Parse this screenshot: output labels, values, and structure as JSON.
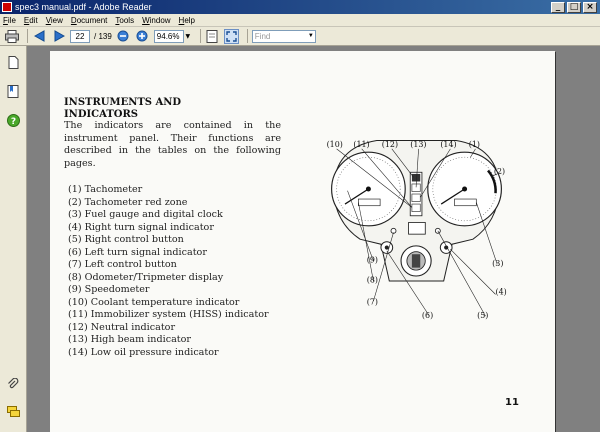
{
  "window": {
    "title": "spec3 manual.pdf - Adobe Reader",
    "controls": {
      "minimize": "_",
      "maximize": "□",
      "close": "×"
    }
  },
  "menu": [
    {
      "underline": "F",
      "rest": "ile"
    },
    {
      "underline": "E",
      "rest": "dit"
    },
    {
      "underline": "V",
      "rest": "iew"
    },
    {
      "underline": "D",
      "rest": "ocument"
    },
    {
      "underline": "T",
      "rest": "ools"
    },
    {
      "underline": "W",
      "rest": "indow"
    },
    {
      "underline": "H",
      "rest": "elp"
    }
  ],
  "toolbar": {
    "current_page": "22",
    "page_total": "/ 139",
    "zoom": "94.6%",
    "find_placeholder": "Find"
  },
  "icons": {
    "print": "print-icon",
    "prev": "prev-page-icon",
    "next": "next-page-icon",
    "zoom_out": "zoom-out-icon",
    "zoom_in": "zoom-in-icon",
    "fit_page": "fit-page-icon",
    "full_screen": "full-screen-icon",
    "pages": "pages-panel-icon",
    "bookmarks": "bookmarks-panel-icon",
    "help": "help-icon",
    "attachments": "attachments-icon",
    "comments": "comments-icon"
  },
  "document": {
    "heading_line1": "INSTRUMENTS AND",
    "heading_line2": "INDICATORS",
    "intro": "The indicators are contained in the instrument panel. Their functions are described in the tables on the following pages.",
    "items": [
      "(1) Tachometer",
      "(2) Tachometer red zone",
      "(3) Fuel gauge and digital clock",
      "(4) Right turn signal indicator",
      "(5) Right control button",
      "(6) Left turn signal indicator",
      "(7) Left control button",
      "(8) Odometer/Tripmeter display",
      "(9) Speedometer",
      "(10) Coolant temperature indicator",
      "(11) Immobilizer system (HISS) indicator",
      "(12) Neutral indicator",
      "(13) High beam indicator",
      "(14) Low oil pressure indicator"
    ],
    "callouts": {
      "c1": "(1)",
      "c2": "(2)",
      "c3": "(3)",
      "c4": "(4)",
      "c5": "(5)",
      "c6": "(6)",
      "c7": "(7)",
      "c8": "(8)",
      "c9": "(9)",
      "c10": "(10)",
      "c11": "(11)",
      "c12": "(12)",
      "c13": "(13)",
      "c14": "(14)"
    },
    "page_number": "11"
  },
  "colors": {
    "titlebar": "#0a246a",
    "chrome": "#ece9d8",
    "viewer_bg": "#808080"
  }
}
